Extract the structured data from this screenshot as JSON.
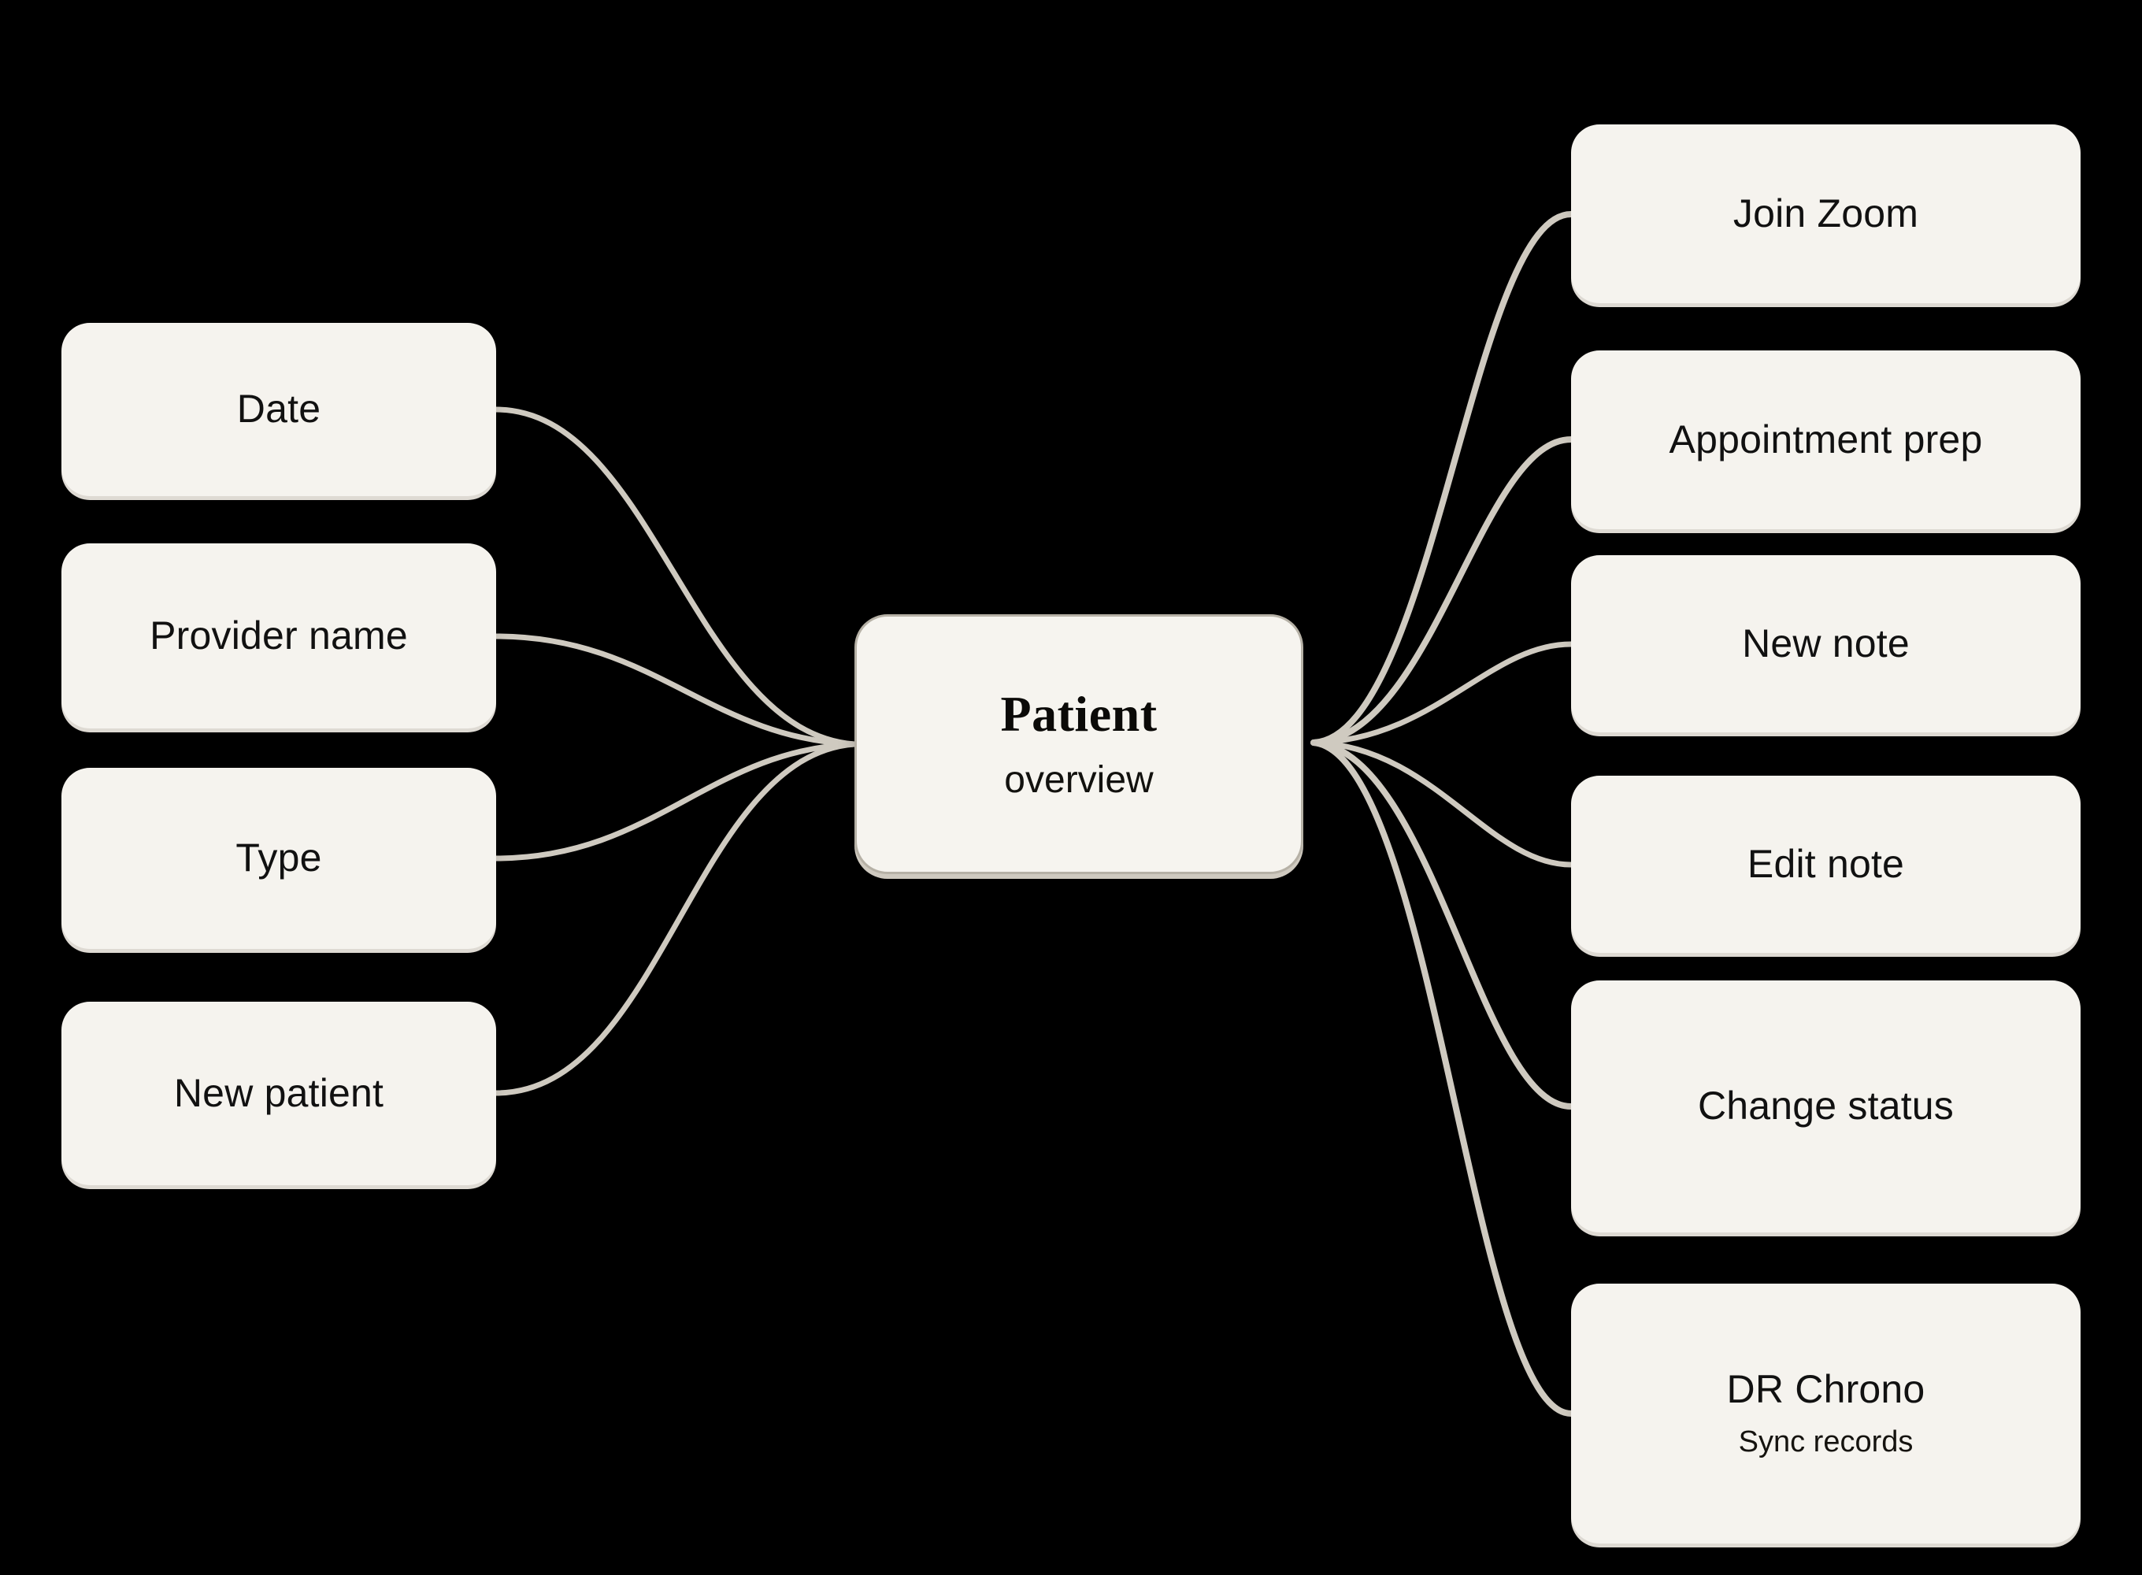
{
  "diagram": {
    "type": "mindmap",
    "title": "Patient overview",
    "background_color": "#000000",
    "node_fill_color": "#f5f3ee",
    "node_shadow_color": "#dedad3",
    "edge_color": "#cfcac0",
    "center_border_color": "#b6b1a6",
    "text_color": "#111111"
  },
  "center_node": {
    "title": "Patient",
    "subtitle": "overview"
  },
  "inputs": [
    {
      "label": "Date"
    },
    {
      "label": "Provider name"
    },
    {
      "label": "Type"
    },
    {
      "label": "New patient"
    }
  ],
  "actions": [
    {
      "label": "Join Zoom",
      "sublabel": ""
    },
    {
      "label": "Appointment prep",
      "sublabel": ""
    },
    {
      "label": "New note",
      "sublabel": ""
    },
    {
      "label": "Edit note",
      "sublabel": ""
    },
    {
      "label": "Change status",
      "sublabel": ""
    },
    {
      "label": "DR Chrono",
      "sublabel": "Sync records"
    }
  ]
}
